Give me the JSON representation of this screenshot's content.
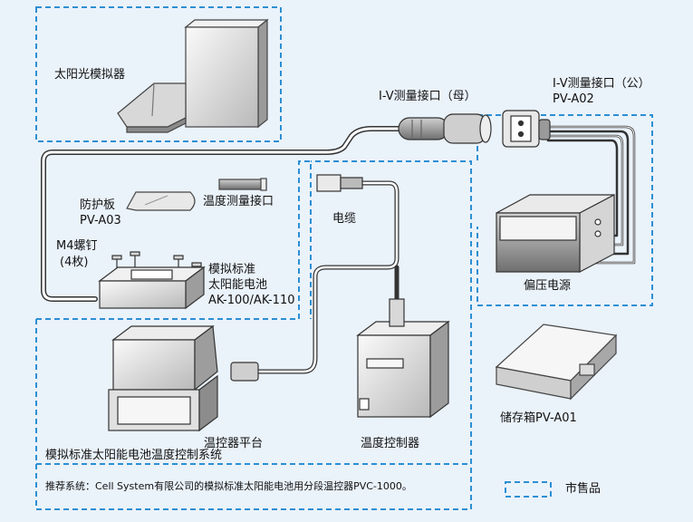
{
  "solar_simulator": {
    "label": "太阳光模拟器"
  },
  "iv_female": {
    "label": "I-V测量接口（母）"
  },
  "iv_male": {
    "label": "I-V测量接口（公）",
    "model": "PV-A02"
  },
  "shield": {
    "label": "防护板",
    "model": "PV-A03"
  },
  "temp_connector": {
    "label": "温度测量接口"
  },
  "cable": {
    "label": "电缆"
  },
  "screws": {
    "label": "M4螺钉",
    "count": "(4枚)"
  },
  "ref_cell": {
    "label1": "模拟标准",
    "label2": "太阳能电池",
    "model": "AK-100/AK-110"
  },
  "bias_supply": {
    "label": "偏压电源"
  },
  "case": {
    "label": "储存箱PV-A01"
  },
  "stage": {
    "label": "温控器平台"
  },
  "controller": {
    "label": "温度控制器"
  },
  "system": {
    "title": "模拟标准太阳能电池温度控制系统",
    "note": "推荐系统：Cell System有限公司的模拟标准太阳能电池用分段温控器PVC-1000。"
  },
  "legend": {
    "label": "市售品"
  },
  "colors": {
    "dash": "#2c8fd3",
    "background": "#eaf2fa",
    "line": "#333333"
  }
}
